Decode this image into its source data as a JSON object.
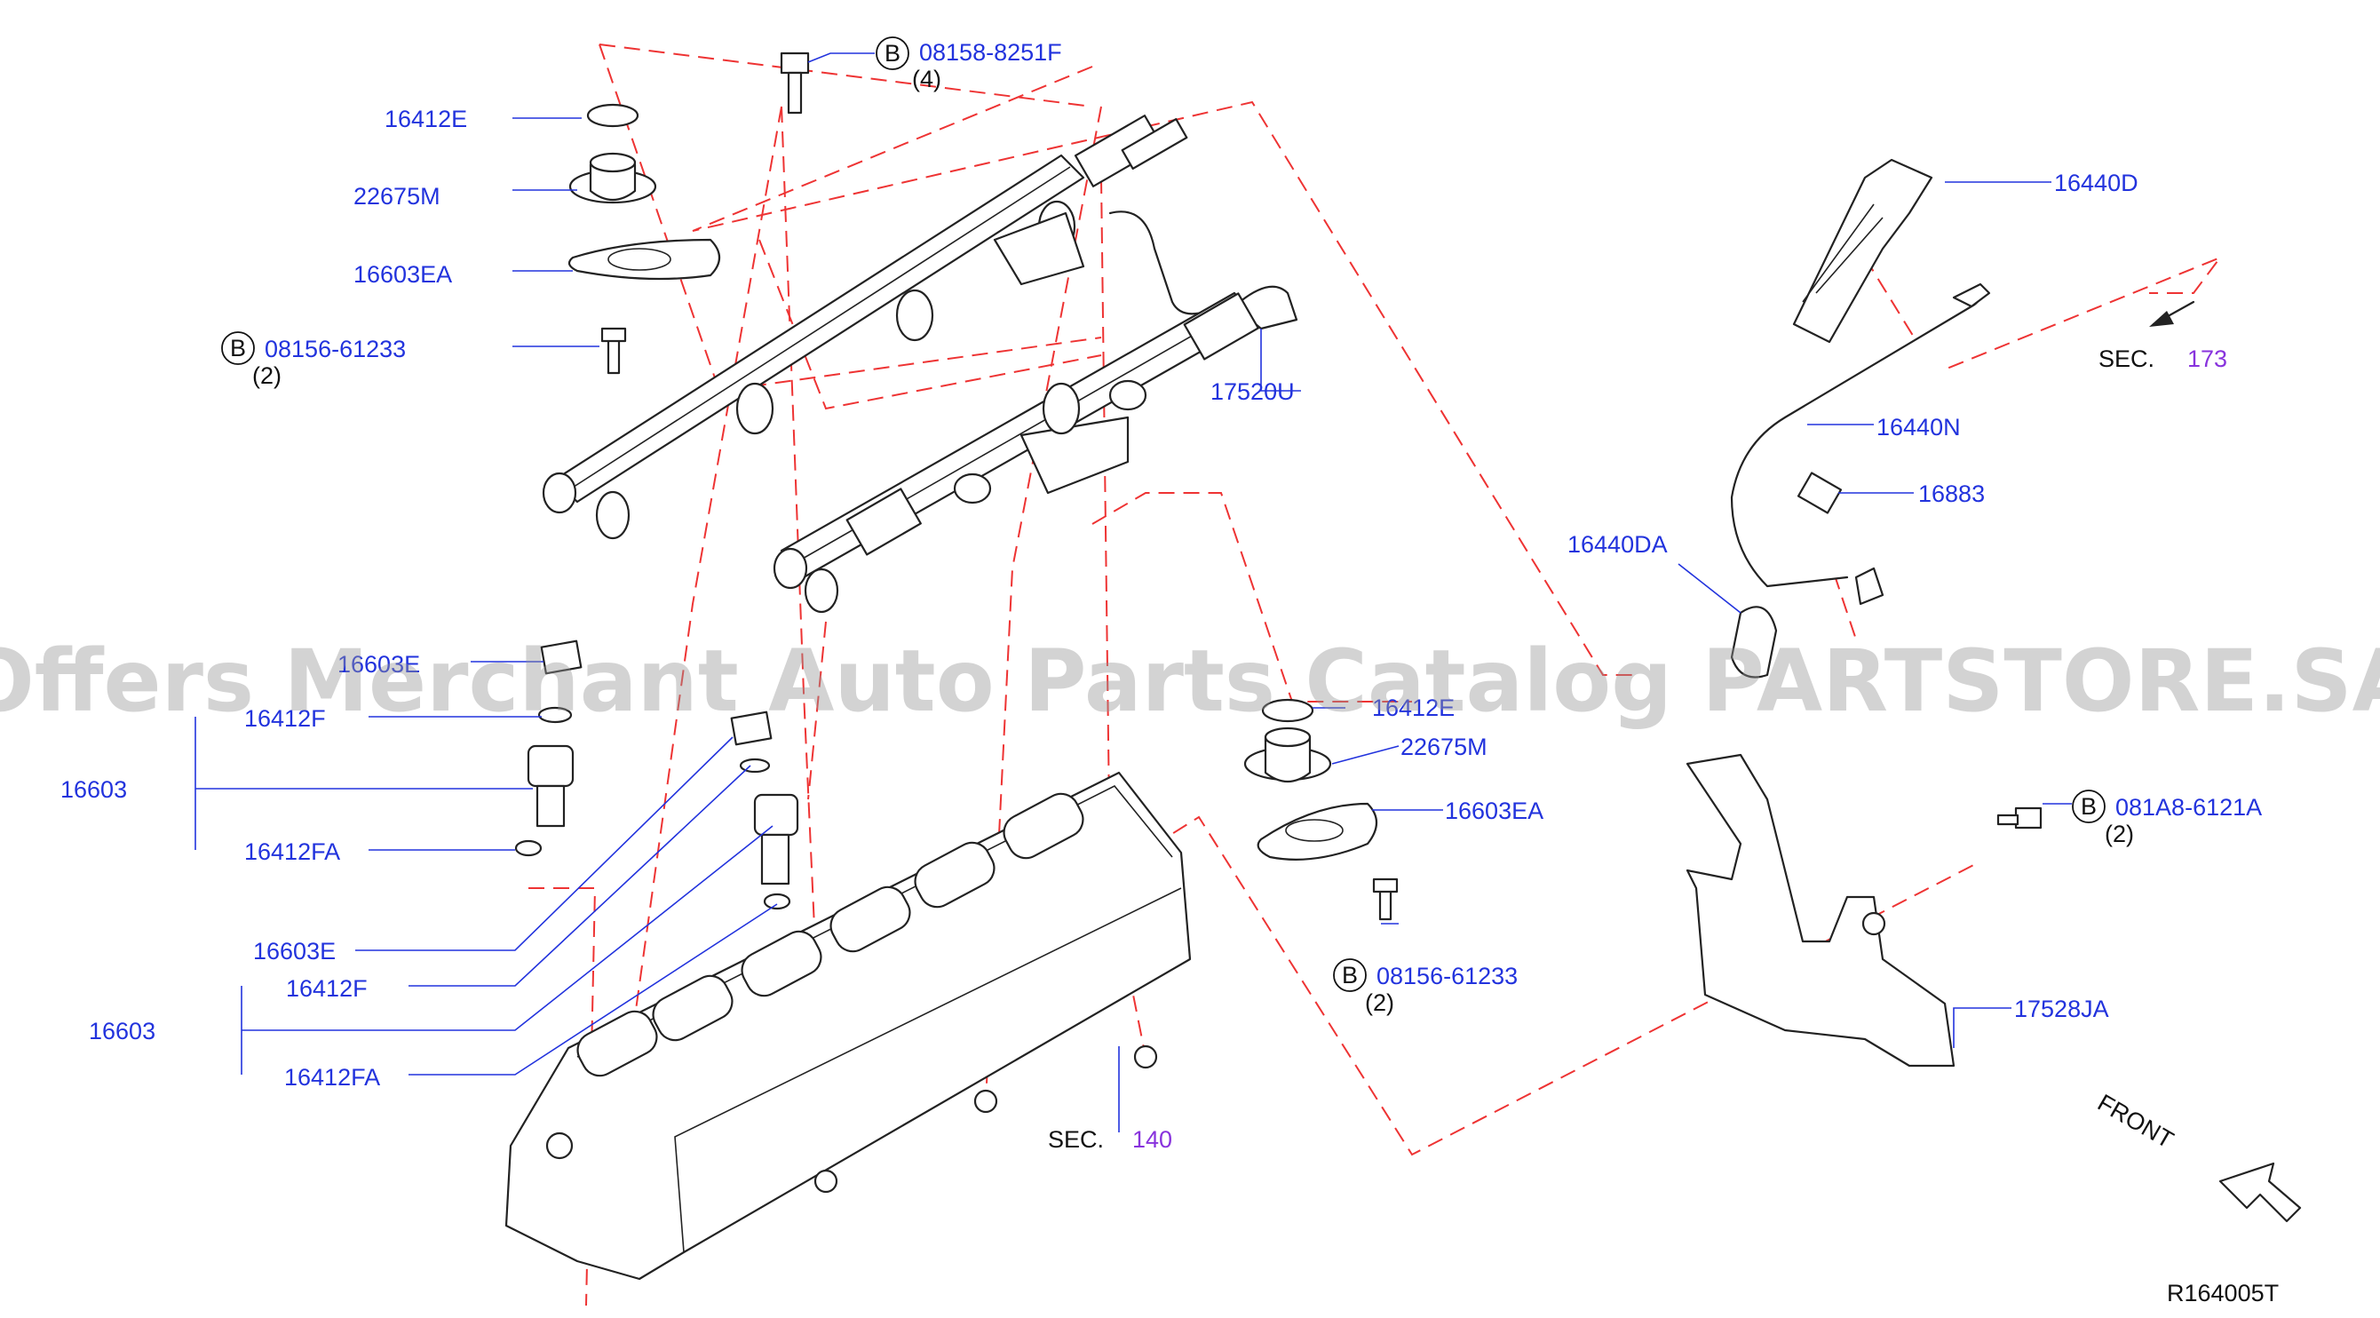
{
  "watermark": "Offers Merchant Auto Parts Catalog PARTSTORE.SA",
  "diagram_code": "R164005T",
  "front_label": "FRONT",
  "labels": {
    "l_16412E_top": "16412E",
    "l_22675M_top": "22675M",
    "l_16603EA_top": "16603EA",
    "l_08156_top": "08156-61233",
    "l_08156_top_qty": "(2)",
    "l_08158": "08158-8251F",
    "l_08158_qty": "(4)",
    "l_17520U": "17520U",
    "l_16440D": "16440D",
    "l_16440N": "16440N",
    "l_16883": "16883",
    "l_16440DA": "16440DA",
    "l_16603E_a": "16603E",
    "l_16412F_a": "16412F",
    "l_16603_a": "16603",
    "l_16412FA_a": "16412FA",
    "l_16603E_b": "16603E",
    "l_16412F_b": "16412F",
    "l_16603_b": "16603",
    "l_16412FA_b": "16412FA",
    "l_16412E_mid": "16412E",
    "l_22675M_mid": "22675M",
    "l_16603EA_mid": "16603EA",
    "l_08156_mid": "08156-61233",
    "l_08156_mid_qty": "(2)",
    "l_081A8": "081A8-6121A",
    "l_081A8_qty": "(2)",
    "l_17528JA": "17528JA"
  },
  "bolt_marker": "B",
  "sec_refs": [
    {
      "prefix": "SEC.",
      "number": "173"
    },
    {
      "prefix": "SEC.",
      "number": "140"
    }
  ],
  "colors": {
    "label": "#2233dd",
    "section_number": "#8833dd",
    "dashed_line": "#ee3333",
    "part_line": "#222222"
  }
}
